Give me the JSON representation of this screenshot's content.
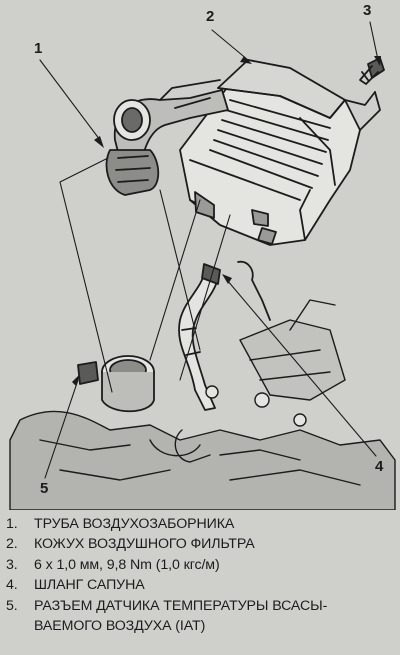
{
  "callouts": [
    "1",
    "2",
    "3",
    "4",
    "5"
  ],
  "legend": [
    {
      "num": "1.",
      "text": "ТРУБА ВОЗДУХОЗАБОРНИКА"
    },
    {
      "num": "2.",
      "text": "КОЖУХ ВОЗДУШНОГО ФИЛЬТРА"
    },
    {
      "num": "3.",
      "text": "6 х 1,0 мм, 9,8 Nm (1,0 кгс/м)"
    },
    {
      "num": "4.",
      "text": "ШЛАНГ САПУНА"
    },
    {
      "num": "5.",
      "text": "РАЗЪЕМ ДАТЧИКА ТЕМПЕРАТУРЫ ВСАСЫ-",
      "cont": "ВАЕМОГО ВОЗДУХА (IAT)"
    }
  ]
}
